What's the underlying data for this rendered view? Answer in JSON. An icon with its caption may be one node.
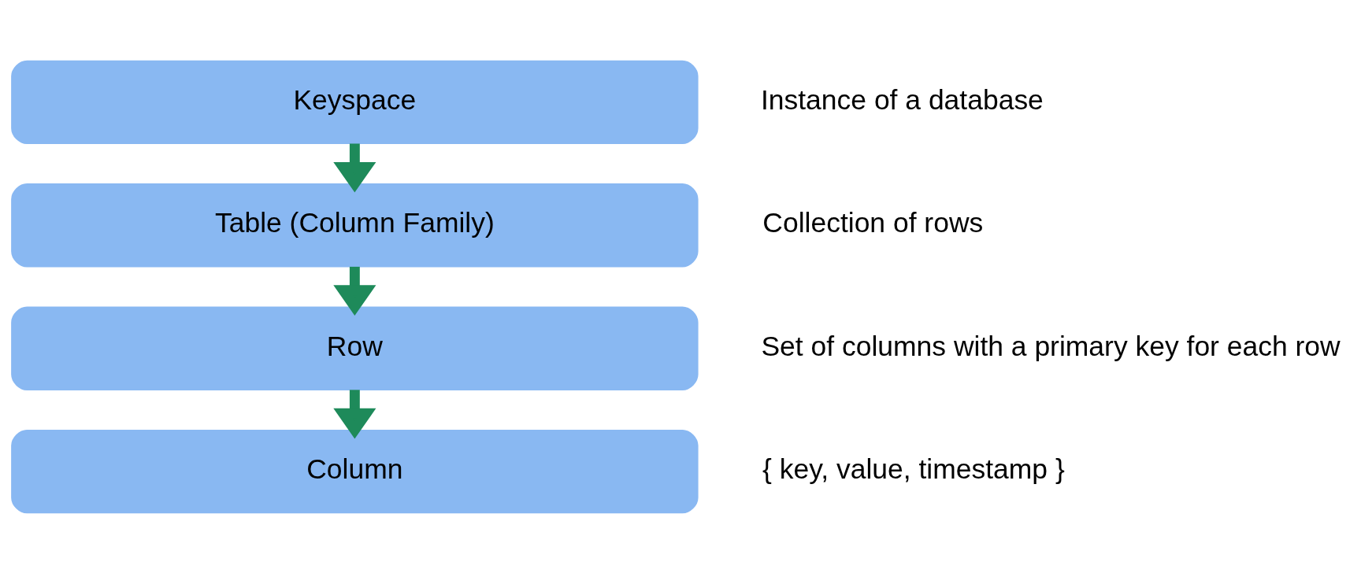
{
  "diagram": {
    "nodes": [
      {
        "text": [
          "Keyspace"
        ],
        "beside": [
          "Instance of a database"
        ]
      },
      {
        "text": [
          "Table (Column Family)"
        ],
        "beside": [
          "Collection of rows"
        ]
      },
      {
        "text": [
          "Row"
        ],
        "beside": [
          "Set of columns with a primary key for each row"
        ]
      },
      {
        "text": [
          "Column"
        ],
        "beside": [
          "{ key, value, timestamp }"
        ]
      }
    ],
    "edges": [
      {
        "from": 0,
        "to": 1,
        "arrow": "to"
      },
      {
        "from": 1,
        "to": 2,
        "arrow": "to"
      },
      {
        "from": 2,
        "to": 3,
        "arrow": "to"
      }
    ]
  }
}
